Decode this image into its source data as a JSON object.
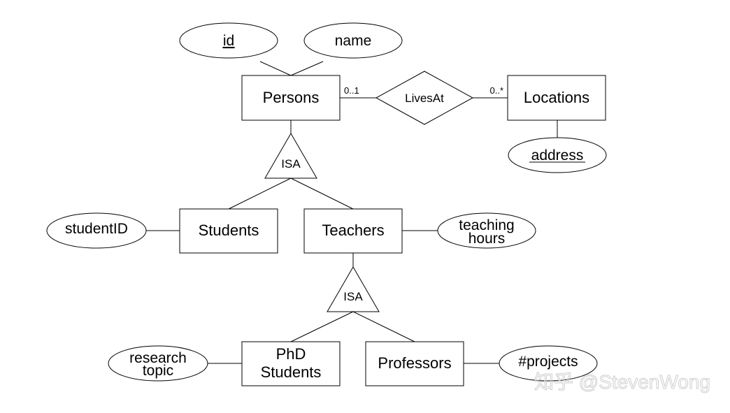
{
  "entities": {
    "persons": "Persons",
    "locations": "Locations",
    "students": "Students",
    "teachers": "Teachers",
    "phd_students": [
      "PhD",
      "Students"
    ],
    "professors": "Professors"
  },
  "relationships": {
    "lives_at": "LivesAt"
  },
  "cardinalities": {
    "persons_side": "0..1",
    "locations_side": "0..*"
  },
  "attributes": {
    "id": "id",
    "name": "name",
    "address": "address",
    "student_id": "studentID",
    "teaching_hours": [
      "teaching",
      "hours"
    ],
    "research_topic": [
      "research",
      "topic"
    ],
    "projects": "#projects"
  },
  "isa": {
    "persons_isa": "ISA",
    "teachers_isa": "ISA"
  },
  "watermark": "知乎 @StevenWong"
}
